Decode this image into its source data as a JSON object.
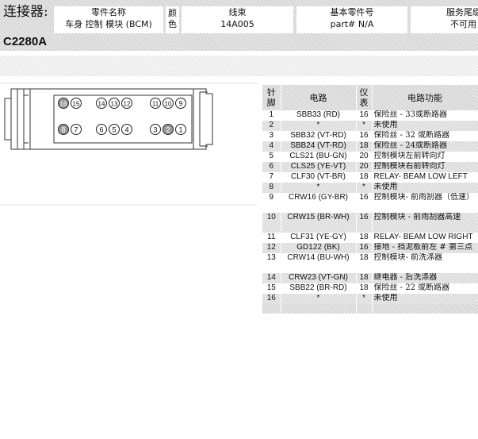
{
  "header": {
    "connector_label": "连接器:",
    "connector_code": "C2280A",
    "part_name_label": "零件名称",
    "part_name_value": "车身 控制 模块 (BCM)",
    "color_label": "颜色",
    "harness_label": "线束",
    "harness_value": "14A005",
    "base_part_label": "基本零件号",
    "base_part_value": "part# N/A",
    "service_label": "服务尾缀",
    "service_value": "不可用"
  },
  "connector": {
    "top_row": [
      "16",
      "15",
      "14",
      "13",
      "12",
      "11",
      "10",
      "9"
    ],
    "bottom_row": [
      "8",
      "7",
      "6",
      "5",
      "4",
      "3",
      "2",
      "1"
    ],
    "unused_pins": [
      "16",
      "8",
      "2"
    ]
  },
  "pin_table": {
    "headers": {
      "pin": "针脚",
      "circuit": "电路",
      "gauge": "仪表",
      "function": "电路功能"
    },
    "rows": [
      {
        "pin": "1",
        "circuit": "SBB33 (RD)",
        "gauge": "16",
        "function": "保险丝 - 33或断路器"
      },
      {
        "pin": "2",
        "circuit": "*",
        "gauge": "*",
        "function": "未使用"
      },
      {
        "pin": "3",
        "circuit": "SBB32 (VT-RD)",
        "gauge": "16",
        "function": "保险丝 - 32 或断路器"
      },
      {
        "pin": "4",
        "circuit": "SBB24 (VT-RD)",
        "gauge": "18",
        "function": "保险丝 - 24或断路器"
      },
      {
        "pin": "5",
        "circuit": "CLS21 (BU-GN)",
        "gauge": "20",
        "function": "控制模块左前转向灯"
      },
      {
        "pin": "6",
        "circuit": "CLS25 (YE-VT)",
        "gauge": "20",
        "function": "控制模块右前转向灯"
      },
      {
        "pin": "7",
        "circuit": "CLF30 (VT-BR)",
        "gauge": "18",
        "function": "RELAY- BEAM LOW LEFT"
      },
      {
        "pin": "8",
        "circuit": "*",
        "gauge": "*",
        "function": "未使用"
      },
      {
        "pin": "9",
        "circuit": "CRW16 (GY-BR)",
        "gauge": "16",
        "function": "控制模块- 前雨刮器（低速）"
      },
      {
        "pin": "10",
        "circuit": "CRW15 (BR-WH)",
        "gauge": "16",
        "function": "控制模块 - 前雨刮器高速"
      },
      {
        "pin": "11",
        "circuit": "CLF31 (YE-GY)",
        "gauge": "18",
        "function": "RELAY- BEAM LOW RIGHT"
      },
      {
        "pin": "12",
        "circuit": "GD122 (BK)",
        "gauge": "16",
        "function": "接地 - 挡泥板前左 # 第三点"
      },
      {
        "pin": "13",
        "circuit": "CRW14 (BU-WH)",
        "gauge": "18",
        "function": "控制模块- 前洗涤器"
      },
      {
        "pin": "14",
        "circuit": "CRW23 (VT-GN)",
        "gauge": "18",
        "function": "继电器 - 后洗涤器"
      },
      {
        "pin": "15",
        "circuit": "SBB22 (BR-RD)",
        "gauge": "18",
        "function": "保险丝 - 22 或断路器"
      },
      {
        "pin": "16",
        "circuit": "*",
        "gauge": "*",
        "function": "未使用"
      }
    ]
  }
}
